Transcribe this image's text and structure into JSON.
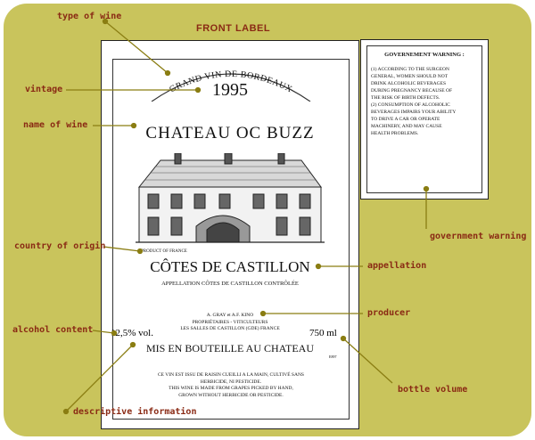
{
  "title": "FRONT LABEL",
  "callouts": {
    "type_of_wine": "type of wine",
    "vintage": "vintage",
    "name_of_wine": "name of wine",
    "country_of_origin": "country of origin",
    "alcohol_content": "alcohol content",
    "descriptive_information": "descriptive information",
    "government_warning": "government warning",
    "appellation": "appellation",
    "producer": "producer",
    "bottle_volume": "bottle volume"
  },
  "label": {
    "type": "GRAND VIN DE BORDEAUX",
    "vintage": "1995",
    "name": "CHATEAU OC BUZZ",
    "product_of": "PRODUCT OF FRANCE",
    "appellation": "CÔTES DE CASTILLON",
    "appellation_sub": "APPELLATION CÔTES DE CASTILLON CONTRÔLÉE",
    "producer_line1": "A. GRAY et A.F. KINO",
    "producer_line2": "PROPRIÉTAIRES - VITICULTEURS",
    "producer_line3": "LES SALLES DE CASTILLON (GDE) FRANCE",
    "alcohol": "12,5% vol.",
    "volume": "750 ml",
    "bottled": "MIS EN BOUTEILLE AU CHATEAU",
    "code": "E897",
    "desc_line1": "CE VIN EST ISSU DE RAISIN CUEILLI A LA MAIN, CULTIVÉ SANS",
    "desc_line2": "HERBICIDE, NI PESTICIDE.",
    "desc_line3": "THIS WINE IS MADE FROM GRAPES PICKED BY HAND,",
    "desc_line4": "GROWN WITHOUT HERBICIDE OR PESTICIDE."
  },
  "warning": {
    "title": "GOVERNEMENT WARNING :",
    "line1": "(1) ACCORDING TO THE SURGEON",
    "line2": "GENERAL, WOMEN SHOULD NOT",
    "line3": "DRINK ALCOHOLIC BEVERAGES",
    "line4": "DURING PREGNANCY BECAUSE OF",
    "line5": "THE RISK OF BIRTH DEFECTS.",
    "line6": "(2) CONSUMPTION OF ALCOHOLIC",
    "line7": "BEVERAGES IMPAIRS YOUR ABILITY",
    "line8": "TO DRIVE A CAR OR OPERATE",
    "line9": "MACHINERY, AND MAY CAUSE",
    "line10": "HEALTH PROBLEMS."
  },
  "colors": {
    "background": "#c9c45c",
    "callout_text": "#8a2a14",
    "leader_line": "#8a7d12"
  }
}
